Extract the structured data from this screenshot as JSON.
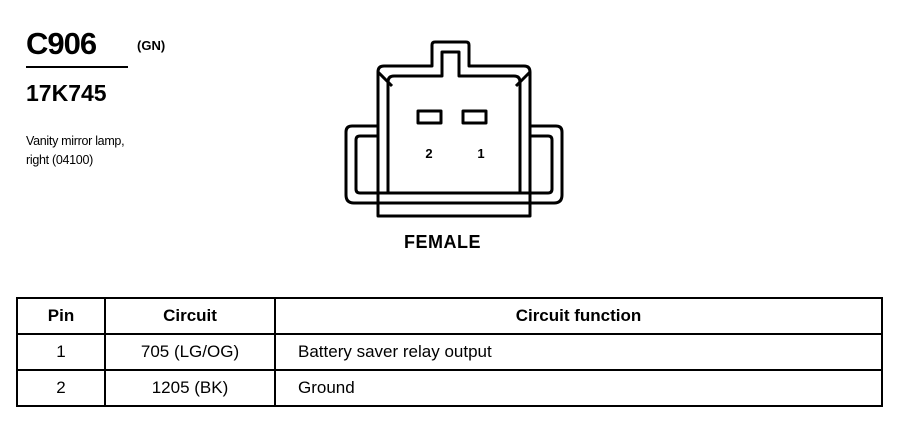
{
  "connector": {
    "id": "C906",
    "color_code": "(GN)",
    "part_number": "17K745",
    "description_lines": [
      "Vanity mirror lamp,",
      "right (04100)"
    ],
    "gender": "FEMALE",
    "cavity_labels": [
      "2",
      "1"
    ]
  },
  "table": {
    "headers": [
      "Pin",
      "Circuit",
      "Circuit function"
    ],
    "rows": [
      [
        "1",
        "705 (LG/OG)",
        "Battery saver relay output"
      ],
      [
        "2",
        "1205 (BK)",
        "Ground"
      ]
    ]
  }
}
